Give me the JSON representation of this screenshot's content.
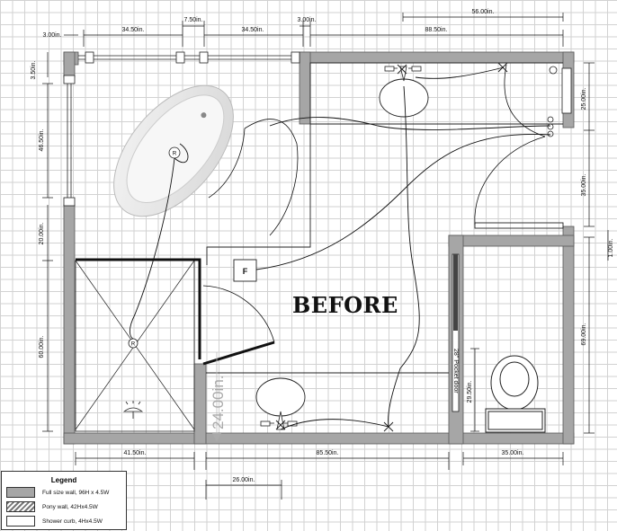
{
  "title": "BEFORE",
  "floor_drain_label": "F",
  "shower_valve_label": "R",
  "pocket_door_label": "28\" Pocket door",
  "big_dim_label": "24.00in.",
  "dimensions": {
    "top_window_left": "3.00in.",
    "top_window_seg1": "34.50in.",
    "top_window_gap": "7.50in.",
    "top_window_seg2": "34.50in.",
    "top_window_right": "3.00in.",
    "top_vanity": "88.50in.",
    "top_upper": "56.00in.",
    "left_top_offset": "3.50in.",
    "left_window": "46.50in.",
    "left_mid": "20.00in.",
    "left_shower": "60.00in.",
    "right_upper": "25.00in.",
    "right_mid": "35.00in.",
    "right_small": "1.00in.",
    "right_lower": "69.00in.",
    "toilet_depth": "29.50in.",
    "bottom_shower": "41.50in.",
    "bottom_vanity": "85.50in.",
    "bottom_toilet": "35.00in.",
    "bottom_sink": "26.00in."
  },
  "legend": {
    "title": "Legend",
    "items": [
      {
        "swatch": "full",
        "label": "Full size wall, 96H x 4.5W"
      },
      {
        "swatch": "pony",
        "label": "Pony wall, 42Hx4.5W"
      },
      {
        "swatch": "curb",
        "label": "Shower curb, 4Hx4.5W"
      }
    ]
  },
  "colors": {
    "wall": "#a6a6a6",
    "line": "#111111",
    "grid": "#d2d2d2"
  }
}
